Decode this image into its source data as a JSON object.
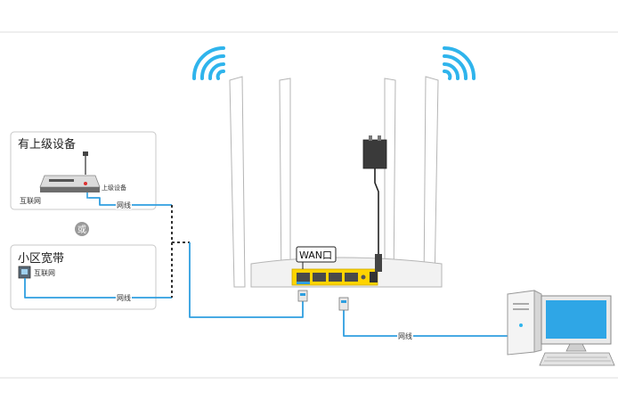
{
  "upstream_panel": {
    "title": "有上级设备",
    "device_caption": "上级设备",
    "internet_label": "互联网"
  },
  "or_label": "或",
  "broadband_panel": {
    "title": "小区宽带",
    "internet_label": "互联网"
  },
  "cable_labels": {
    "upstream": "网线",
    "broadband": "网线",
    "computer": "网线"
  },
  "router": {
    "wan_label": "WAN口"
  },
  "colors": {
    "wifi": "#2fb4ec",
    "cable": "#2f9fe0",
    "port_yellow": "#ffd400",
    "panel_border": "#c8c8c8",
    "or_badge": "#9a9a9a"
  }
}
